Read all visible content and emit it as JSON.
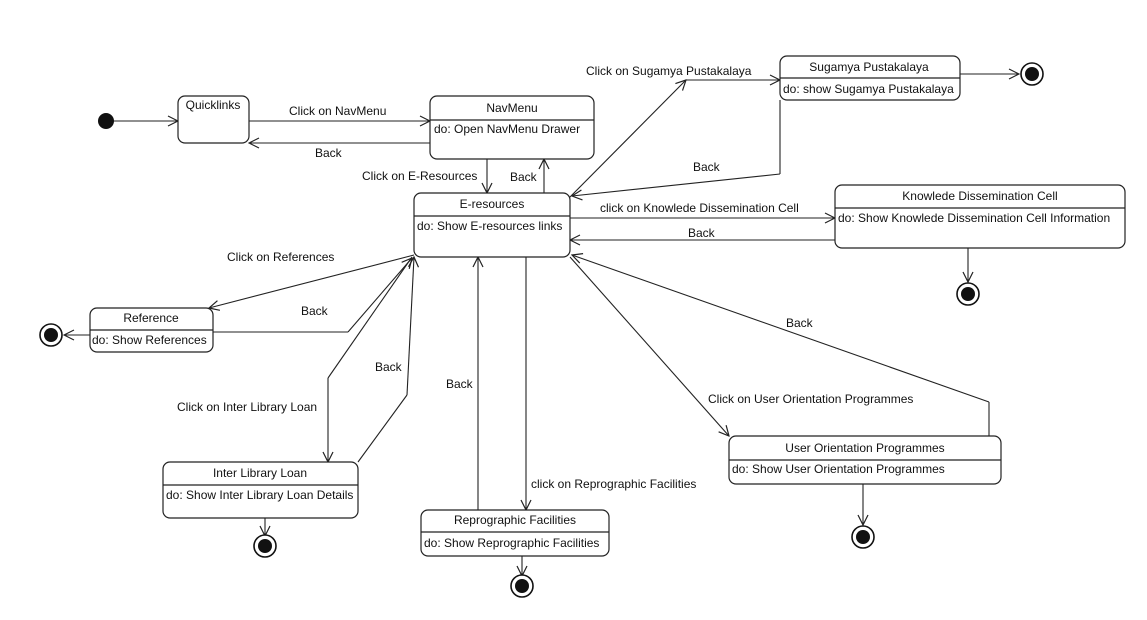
{
  "diagram": {
    "type": "uml-state-diagram",
    "states": {
      "quicklinks": {
        "name": "Quicklinks"
      },
      "navmenu": {
        "name": "NavMenu",
        "action": "do: Open NavMenu Drawer"
      },
      "eresources": {
        "name": "E-resources",
        "action": "do: Show E-resources links"
      },
      "sugamya": {
        "name": "Sugamya Pustakalaya",
        "action": "do: show Sugamya Pustakalaya"
      },
      "knowledge": {
        "name": "Knowlede Dissemination Cell",
        "action": "do: Show Knowlede Dissemination Cell Information"
      },
      "reference": {
        "name": "Reference",
        "action": "do: Show References"
      },
      "ill": {
        "name": "Inter Library Loan",
        "action": "do: Show Inter Library Loan Details"
      },
      "repro": {
        "name": "Reprographic Facilities",
        "action": "do: Show Reprographic Facilities"
      },
      "orientation": {
        "name": "User Orientation Programmes",
        "action": "do: Show User Orientation Programmes"
      }
    },
    "transitions": {
      "quick_to_nav": "Click on NavMenu",
      "nav_to_quick": "Back",
      "nav_to_eres": "Click on E-Resources",
      "eres_to_nav": "Back",
      "eres_to_sugamya": "Click on Sugamya Pustakalaya",
      "sugamya_to_eres": "Back",
      "eres_to_knowledge": "click on Knowlede Dissemination Cell",
      "knowledge_to_eres": "Back",
      "eres_to_reference": "Click on References",
      "reference_to_eres": "Back",
      "eres_to_ill": "Click on Inter Library Loan",
      "ill_to_eres": "Back",
      "repro_to_eres": "Back",
      "eres_to_repro": "click on Reprographic Facilities",
      "eres_to_orientation": "Click on User Orientation Programmes",
      "orientation_to_eres": "Back"
    }
  }
}
